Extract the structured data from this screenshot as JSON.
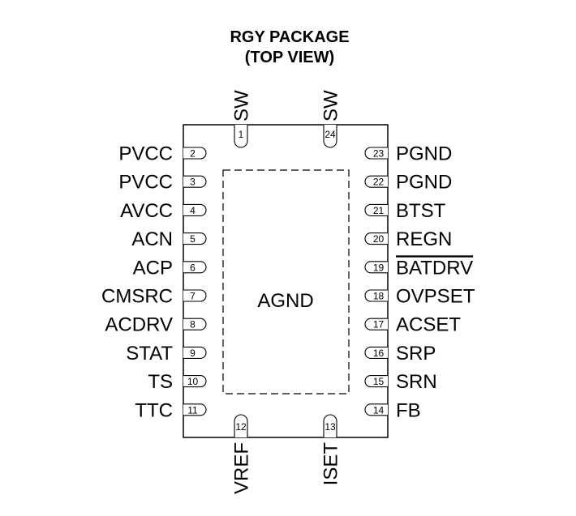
{
  "title": {
    "line1": "RGY PACKAGE",
    "line2": "(TOP VIEW)"
  },
  "center_label": "AGND",
  "pins": {
    "top": [
      {
        "num": "1",
        "name": "SW"
      },
      {
        "num": "24",
        "name": "SW"
      }
    ],
    "left": [
      {
        "num": "2",
        "name": "PVCC"
      },
      {
        "num": "3",
        "name": "PVCC"
      },
      {
        "num": "4",
        "name": "AVCC"
      },
      {
        "num": "5",
        "name": "ACN"
      },
      {
        "num": "6",
        "name": "ACP"
      },
      {
        "num": "7",
        "name": "CMSRC"
      },
      {
        "num": "8",
        "name": "ACDRV"
      },
      {
        "num": "9",
        "name": "STAT"
      },
      {
        "num": "10",
        "name": "TS"
      },
      {
        "num": "11",
        "name": "TTC"
      }
    ],
    "right": [
      {
        "num": "23",
        "name": "PGND"
      },
      {
        "num": "22",
        "name": "PGND"
      },
      {
        "num": "21",
        "name": "BTST"
      },
      {
        "num": "20",
        "name": "REGN"
      },
      {
        "num": "19",
        "name": "BATDRV",
        "overline": true
      },
      {
        "num": "18",
        "name": "OVPSET"
      },
      {
        "num": "17",
        "name": "ACSET"
      },
      {
        "num": "16",
        "name": "SRP"
      },
      {
        "num": "15",
        "name": "SRN"
      },
      {
        "num": "14",
        "name": "FB"
      }
    ],
    "bottom": [
      {
        "num": "12",
        "name": "VREF"
      },
      {
        "num": "13",
        "name": "ISET"
      }
    ]
  }
}
